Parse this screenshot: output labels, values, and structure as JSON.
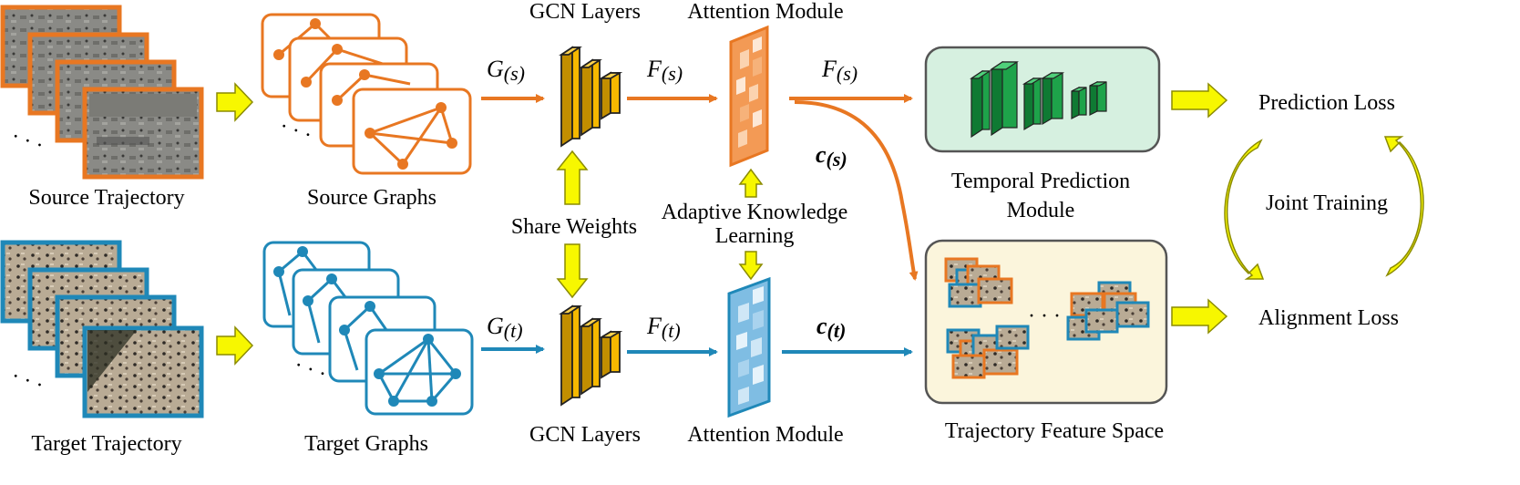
{
  "colors": {
    "source": "#e87722",
    "target": "#1f88b8",
    "gcn": "#f5b800",
    "yellow_arrow": "#f7f700",
    "prediction_box": "#d6f0e0",
    "feature_box": "#fbf5dc",
    "prediction_blocks": "#1ea34a"
  },
  "labels": {
    "source_trajectory": "Source Trajectory",
    "target_trajectory": "Target Trajectory",
    "source_graphs": "Source Graphs",
    "target_graphs": "Target Graphs",
    "gcn_top": "GCN Layers",
    "gcn_bottom": "GCN Layers",
    "share_weights": "Share Weights",
    "attn_top": "Attention Module",
    "attn_bottom": "Attention Module",
    "akl_line1": "Adaptive Knowledge",
    "akl_line2": "Learning",
    "tpm_line1": "Temporal Prediction",
    "tpm_line2": "Module",
    "feature_space": "Trajectory Feature Space",
    "prediction_loss": "Prediction Loss",
    "alignment_loss": "Alignment Loss",
    "joint_training": "Joint Training",
    "ellipsis": "· · ·"
  },
  "math": {
    "g_s": "G",
    "g_s_sub": "(s)",
    "g_t": "G",
    "g_t_sub": "(t)",
    "f_s": "F",
    "f_s_sub": "(s)",
    "f_s2": "F",
    "f_s2_sub": "(s)",
    "f_t": "F",
    "f_t_sub": "(t)",
    "c_s": "c",
    "c_s_sub": "(s)",
    "c_t": "c",
    "c_t_sub": "(t)"
  }
}
